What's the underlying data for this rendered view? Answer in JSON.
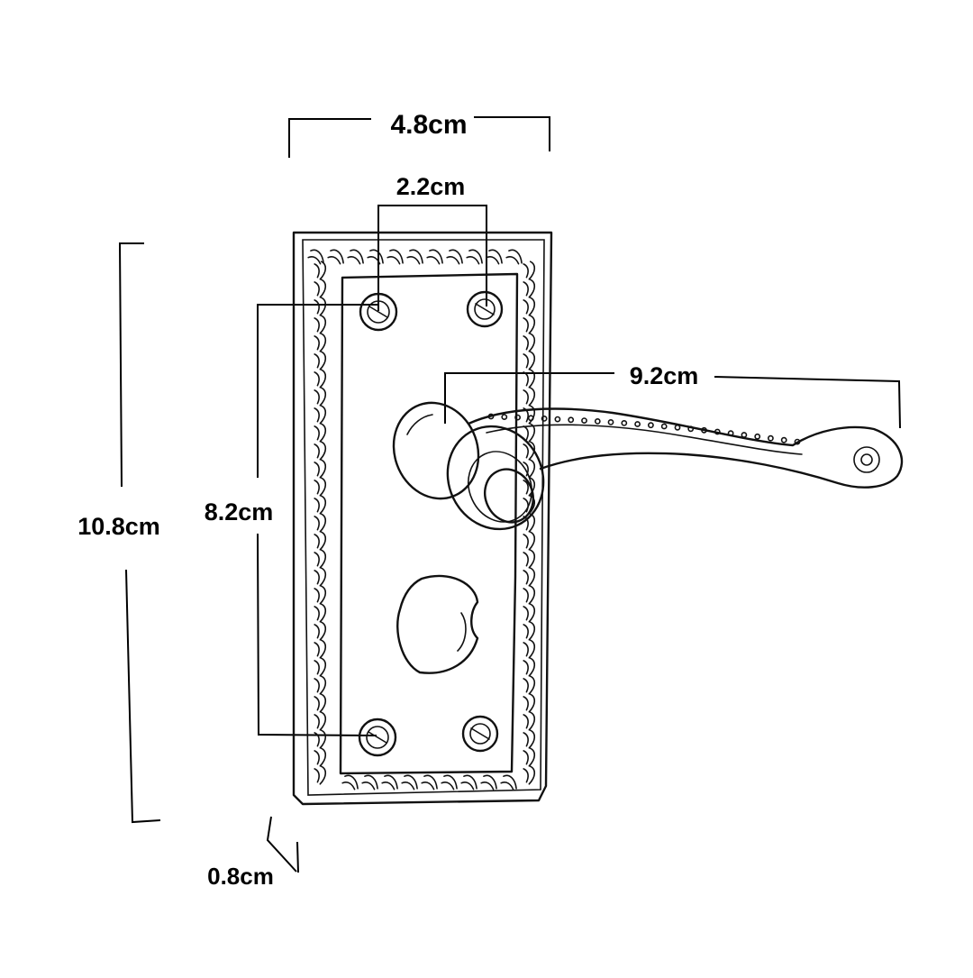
{
  "dimensions": {
    "plate_width": "4.8cm",
    "screw_spacing_horizontal": "2.2cm",
    "plate_height": "10.8cm",
    "screw_spacing_vertical": "8.2cm",
    "lever_length": "9.2cm",
    "plate_thickness": "0.8cm"
  },
  "colors": {
    "ink": "#111111",
    "background": "#ffffff"
  }
}
